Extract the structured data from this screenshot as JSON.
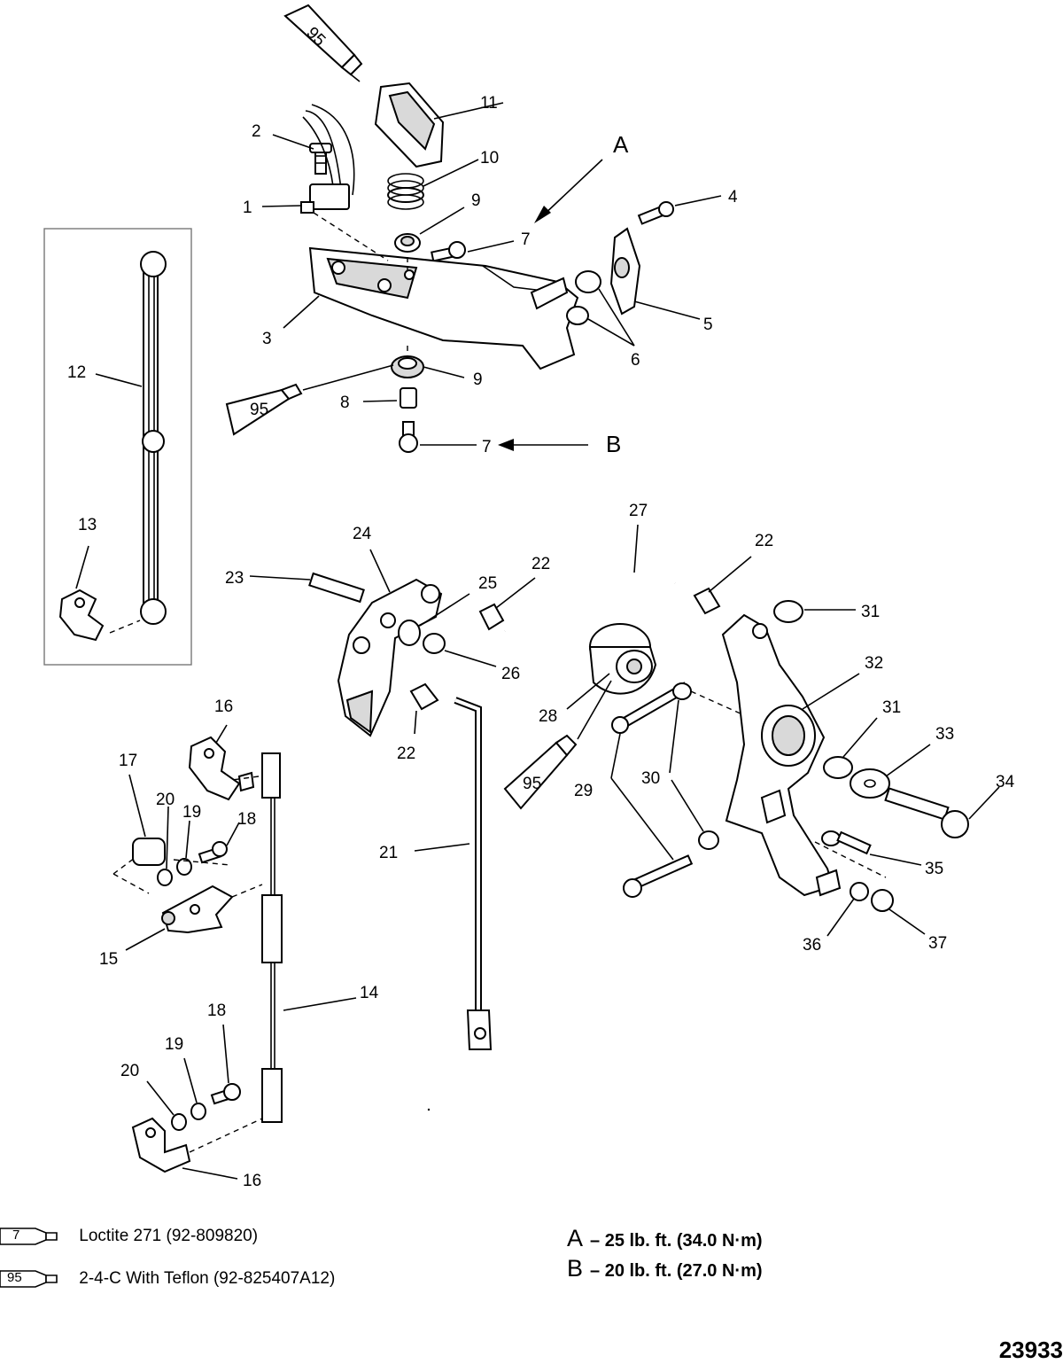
{
  "callouts": {
    "c1": "1",
    "c2": "2",
    "c3": "3",
    "c4": "4",
    "c5": "5",
    "c6": "6",
    "c7": "7",
    "c8": "8",
    "c9": "9",
    "c10": "10",
    "c11": "11",
    "c12": "12",
    "c13": "13",
    "c14": "14",
    "c15": "15",
    "c16": "16",
    "c17": "17",
    "c18": "18",
    "c19": "19",
    "c20": "20",
    "c21": "21",
    "c22": "22",
    "c23": "23",
    "c24": "24",
    "c25": "25",
    "c26": "26",
    "c27": "27",
    "c28": "28",
    "c29": "29",
    "c30": "30",
    "c31": "31",
    "c32": "32",
    "c33": "33",
    "c34": "34",
    "c35": "35",
    "c36": "36",
    "c37": "37"
  },
  "torque_letters": {
    "a": "A",
    "b": "B"
  },
  "tube_label": "95",
  "legend": [
    {
      "code": "7",
      "text": "Loctite 271 (92-809820)"
    },
    {
      "code": "95",
      "text": "2-4-C  With Teflon (92-825407A12)"
    }
  ],
  "torque_specs": [
    {
      "letter": "A",
      "text": "– 25 lb. ft. (34.0 N·m)"
    },
    {
      "letter": "B",
      "text": "– 20 lb. ft. (27.0 N·m)"
    }
  ],
  "figure_number": "23933"
}
